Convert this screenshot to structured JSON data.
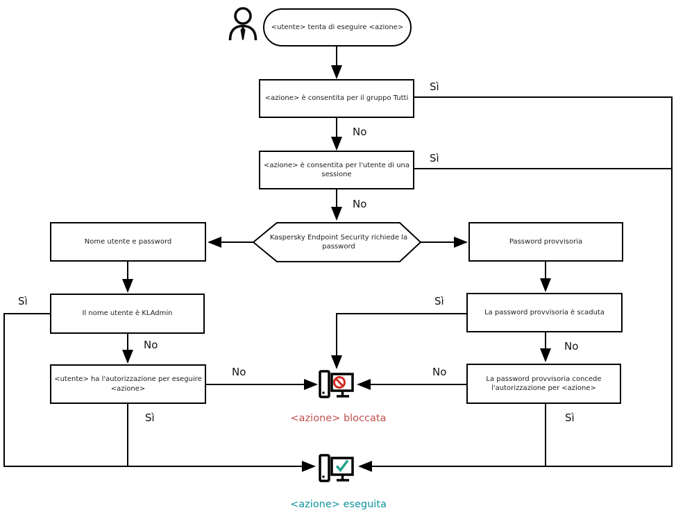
{
  "diagram": {
    "type": "flowchart",
    "language": "it",
    "nodes": {
      "start": "<utente> tenta di eseguire <azione>",
      "allowed_group": "<azione> è consentita per il gruppo Tutti",
      "allowed_session": "<azione> è consentita per l'utente di una\nsessione",
      "kes_prompt": "Kaspersky Endpoint Security richiede la\npassword",
      "username_password": "Nome utente e password",
      "temp_password": "Password provvisoria",
      "is_kladmin": "Il nome utente è KLAdmin",
      "user_authorized": "<utente> ha l'autorizzazione per eseguire\n<azione>",
      "temp_expired": "La password provvisoria è scaduta",
      "temp_grants": "La password provvisoria concede\nl'autorizzazione per <azione>",
      "blocked": "<azione> bloccata",
      "executed": "<azione> eseguita"
    },
    "edge_labels": {
      "si": "Sì",
      "no": "No"
    },
    "icons": [
      "user-icon",
      "computer-blocked-icon",
      "computer-executed-icon"
    ],
    "colors": {
      "line": "#000000",
      "blocked_text": "#c0504d",
      "executed_text": "#0e939b",
      "deny_sign": "#d02a20",
      "check_sign": "#1fa189"
    }
  }
}
